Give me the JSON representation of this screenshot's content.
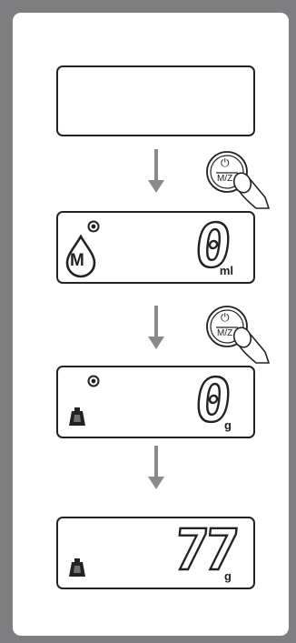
{
  "button": {
    "top_label": "⏻",
    "bottom_label": "M/Z"
  },
  "steps": [
    {
      "display": "",
      "unit": ""
    },
    {
      "display": "0",
      "unit": "ml",
      "icon": "milk-drop-icon",
      "indicator": "dot-indicator"
    },
    {
      "display": "0",
      "unit": "g",
      "icon": "weight-icon",
      "indicator": "dot-indicator"
    },
    {
      "display": "77",
      "unit": "g",
      "icon": "weight-icon"
    }
  ],
  "drop_letter": "M",
  "colors": {
    "frame": "#7e7e80",
    "lcd_border": "#222222",
    "text": "#222222"
  }
}
